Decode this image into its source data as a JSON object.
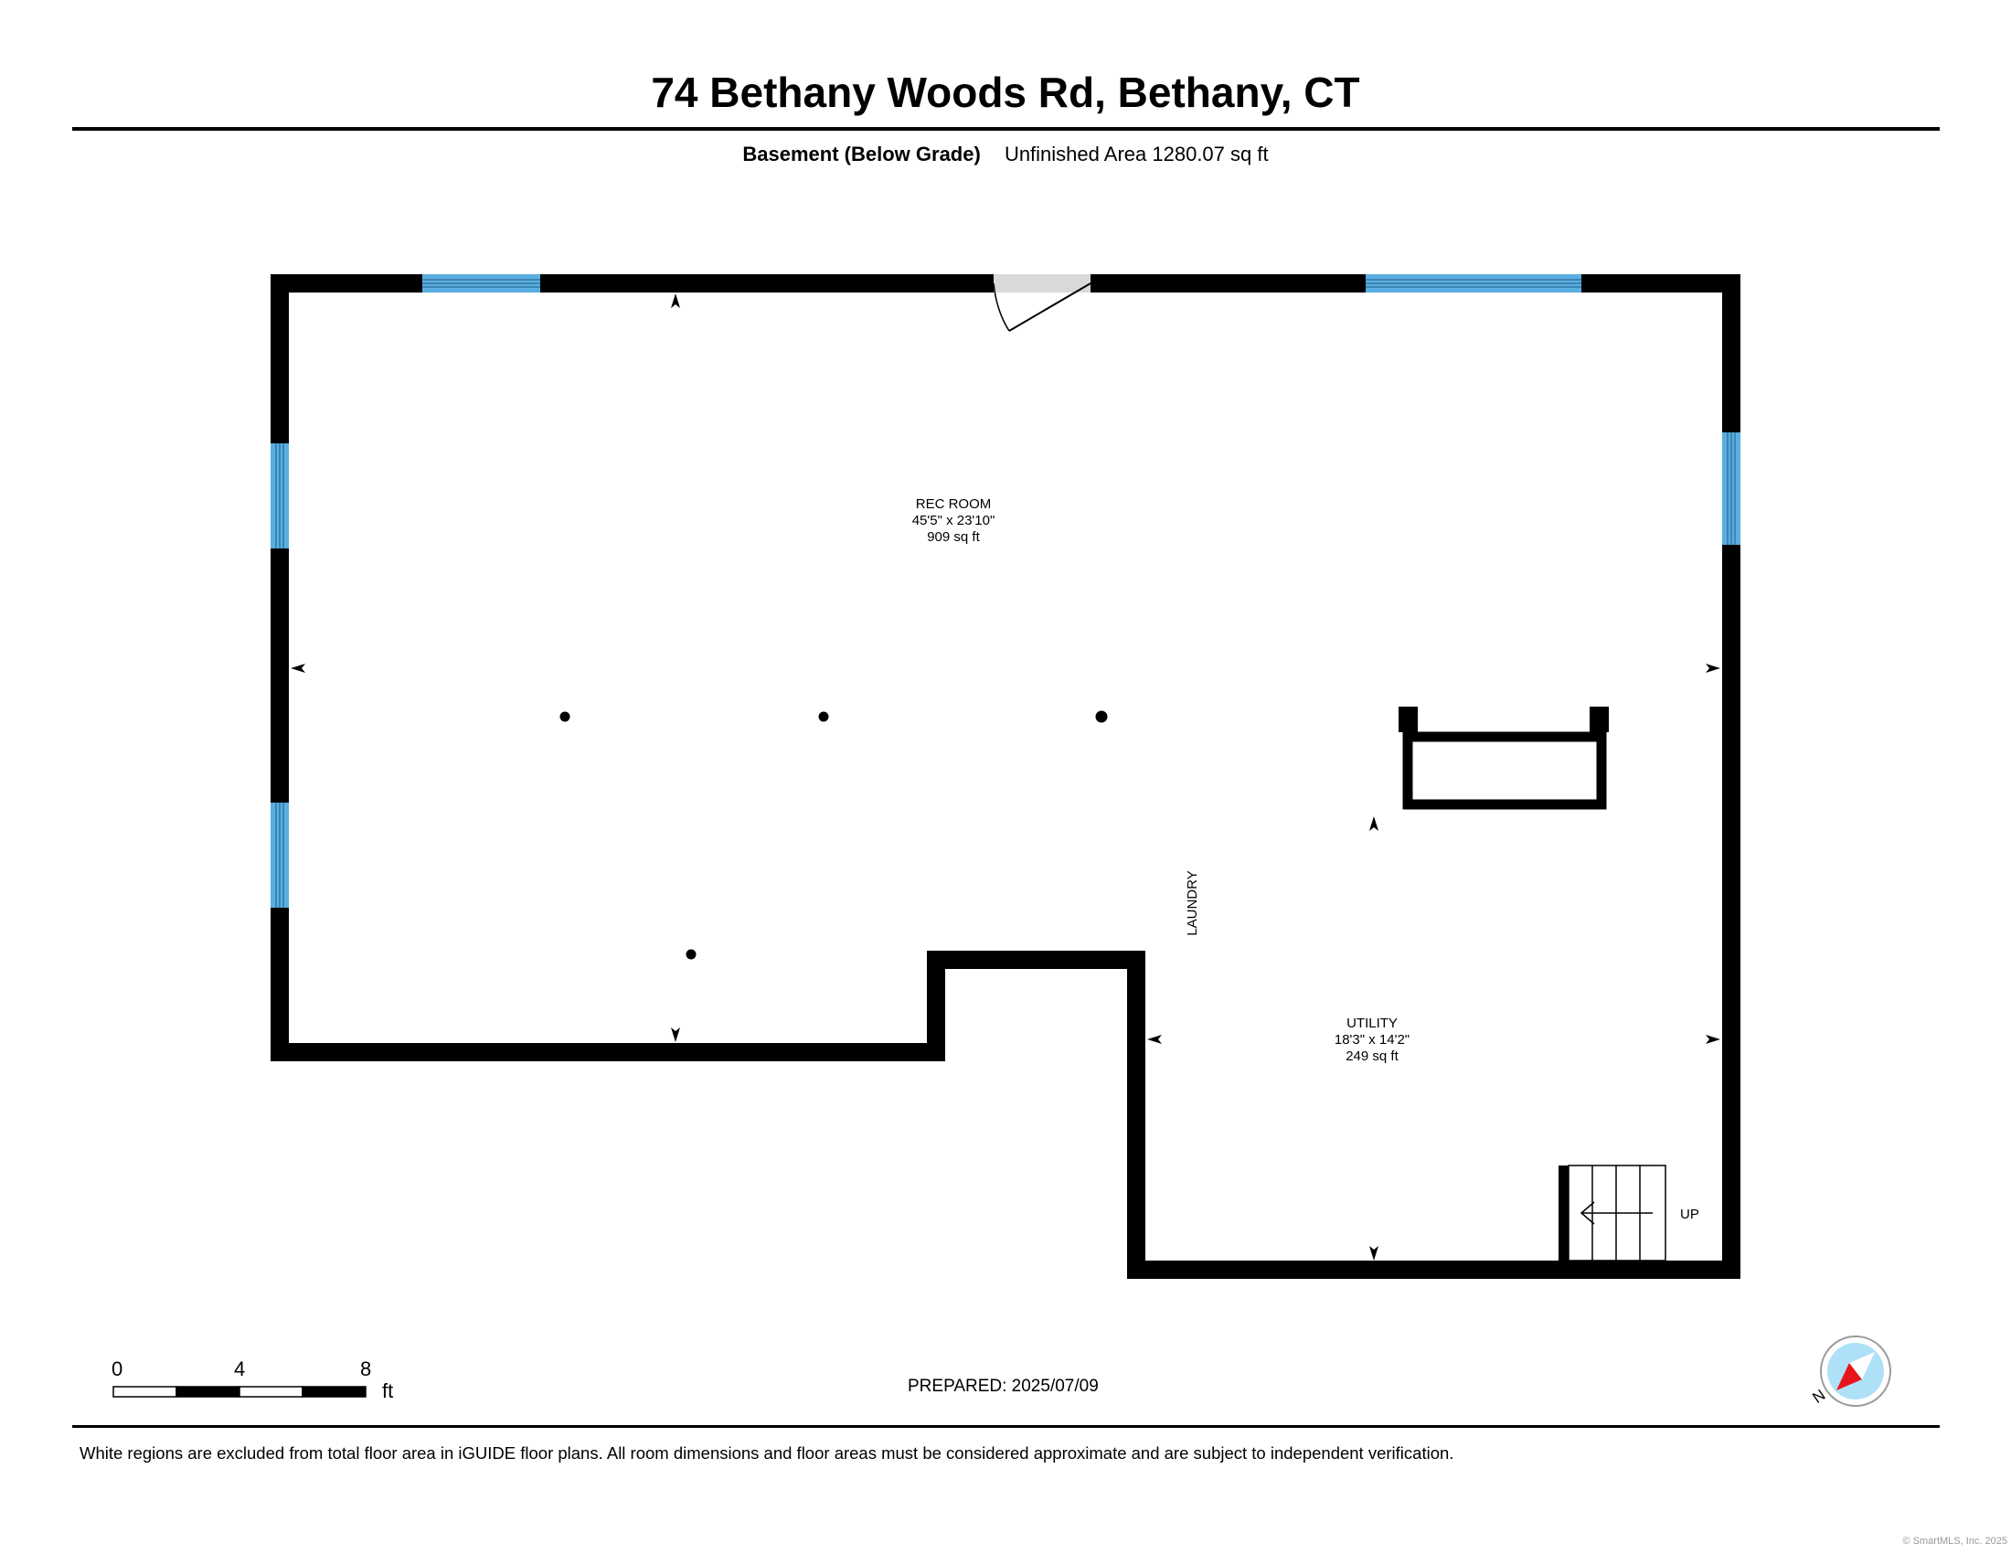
{
  "header": {
    "title": "74 Bethany Woods Rd, Bethany, CT",
    "level_name": "Basement (Below Grade)",
    "area_text": "Unfinished Area 1280.07 sq ft"
  },
  "rooms": [
    {
      "name": "REC ROOM",
      "dimensions": "45'5\" x 23'10\"",
      "area": "909 sq ft"
    },
    {
      "name": "UTILITY",
      "dimensions": "18'3\" x 14'2\"",
      "area": "249 sq ft"
    }
  ],
  "labels": {
    "laundry": "LAUNDRY",
    "stairs": "UP"
  },
  "scale_bar": {
    "ticks": [
      "0",
      "4",
      "8"
    ],
    "unit": "ft"
  },
  "prepared": "PREPARED: 2025/07/09",
  "compass": {
    "letter": "N",
    "needle_color": "#e8141c",
    "disc_color": "#aee0f7"
  },
  "colors": {
    "window": "#5aaee0",
    "wall": "#000000",
    "door": "#d9d9d9"
  },
  "footer": {
    "disclaimer": "White regions are excluded from total floor area in iGUIDE floor plans. All room dimensions and floor areas must be considered approximate and are subject to independent verification.",
    "copyright": "© SmartMLS, Inc. 2025"
  }
}
